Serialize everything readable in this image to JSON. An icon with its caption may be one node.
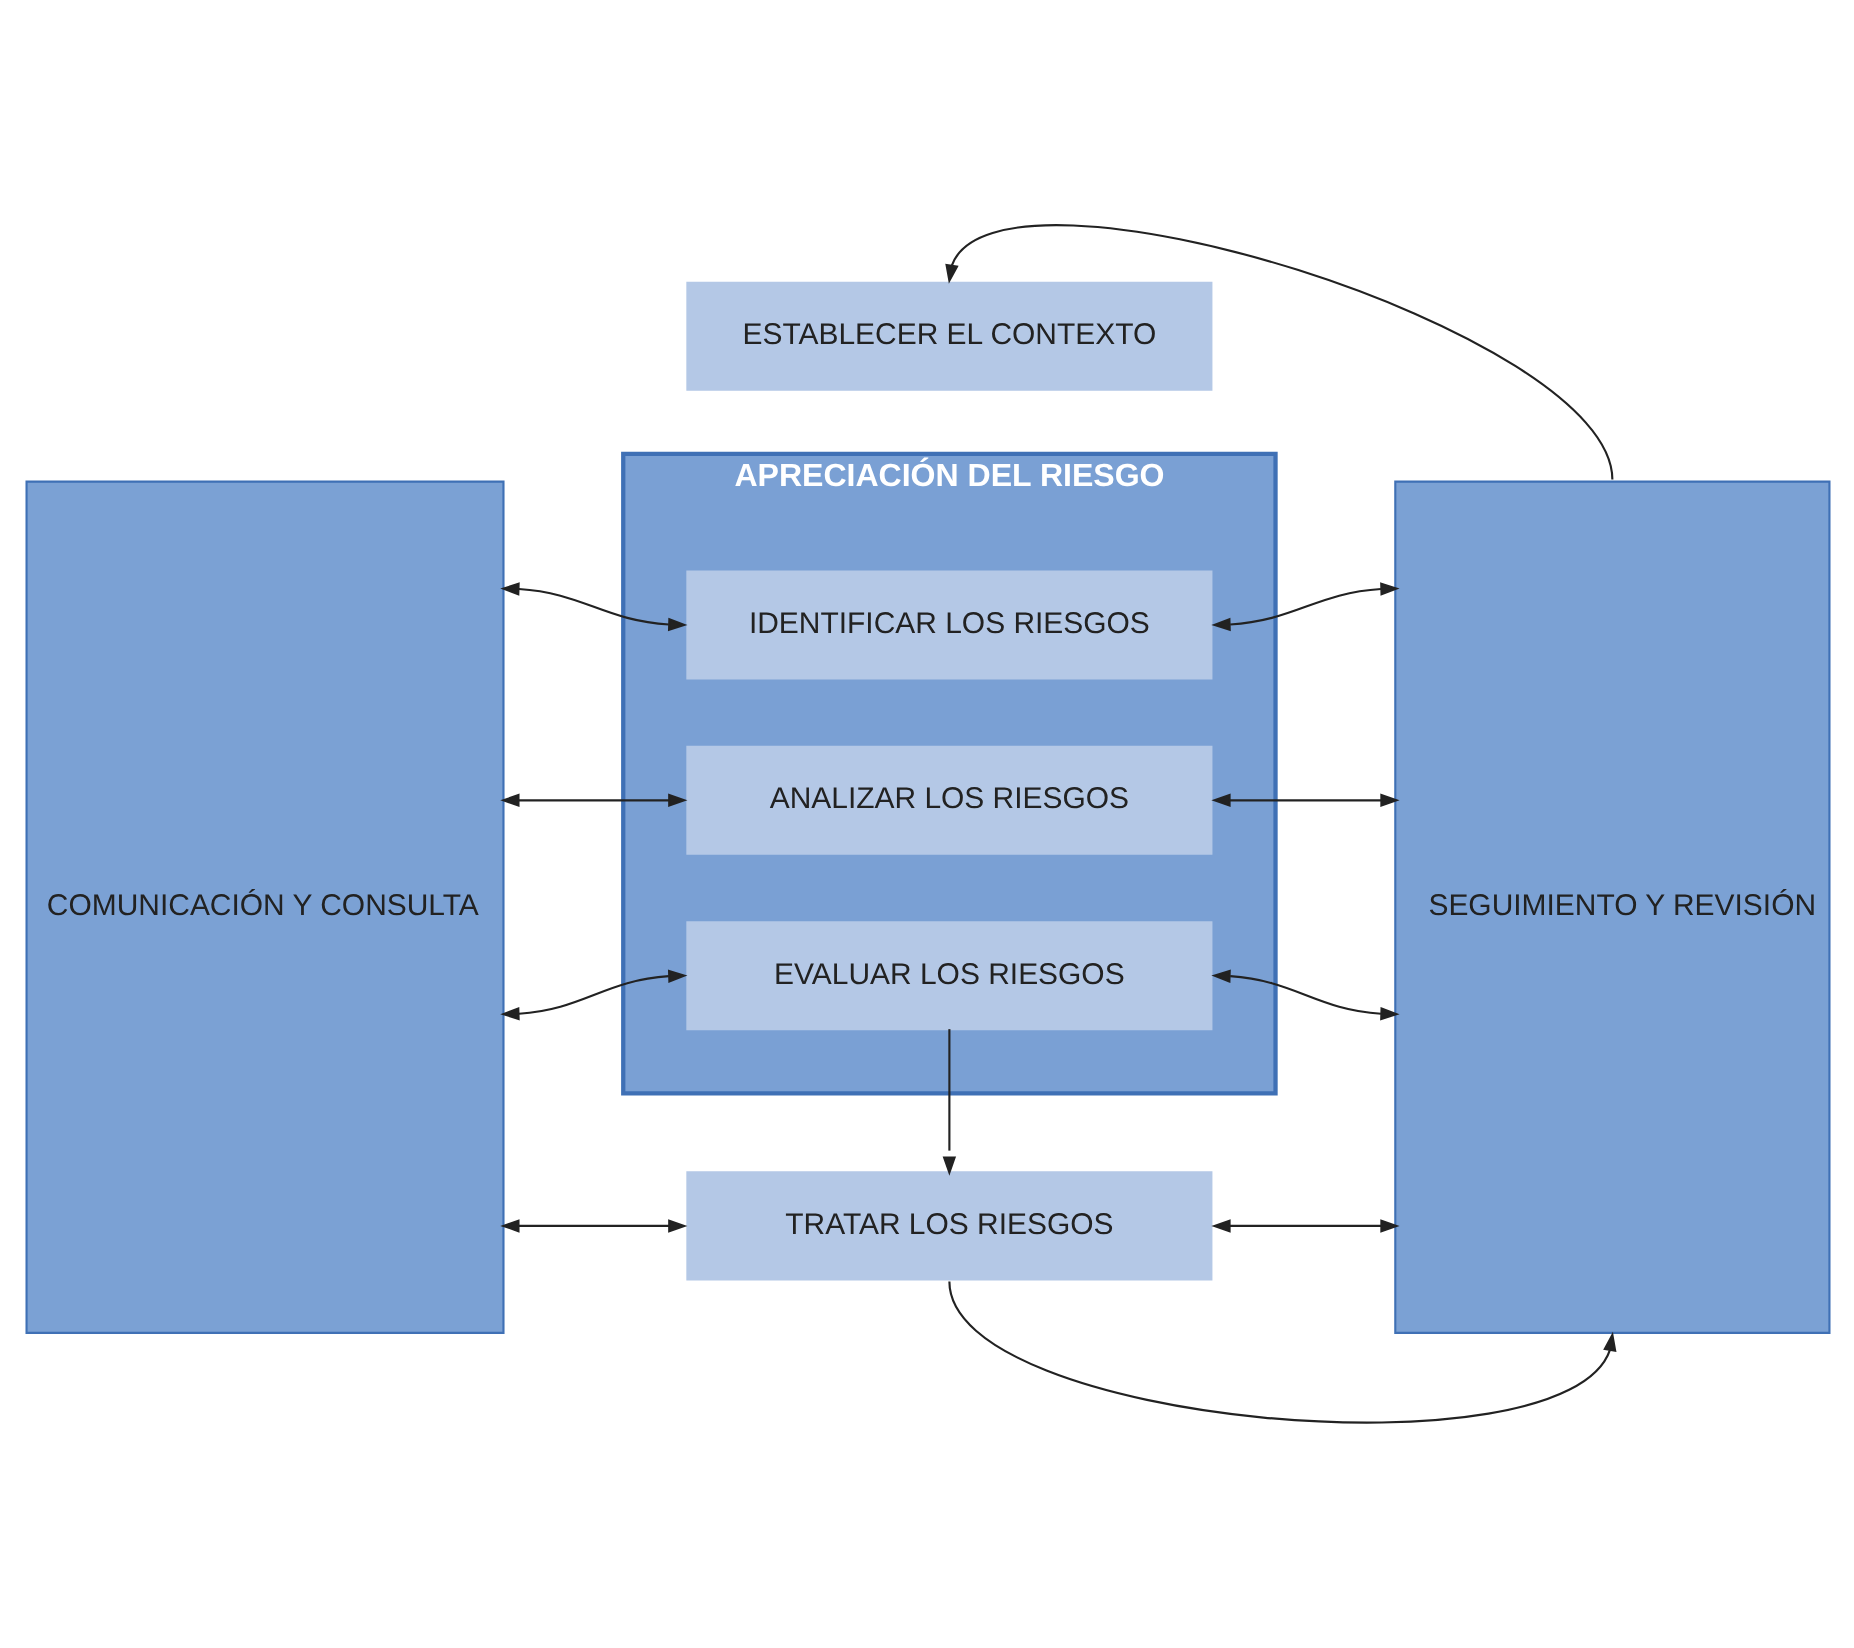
{
  "diagram": {
    "nodes": [
      {
        "text": [
          "ESTABLECER EL CONTEXTO"
        ]
      },
      {
        "text": [
          "COMUNICACIÓN Y CONSULTA"
        ]
      },
      {
        "text": [
          "APRECIACIÓN DEL RIESGO"
        ]
      },
      {
        "text": [
          "IDENTIFICAR LOS RIESGOS"
        ],
        "in": 2
      },
      {
        "text": [
          "ANALIZAR LOS RIESGOS"
        ],
        "in": 2
      },
      {
        "text": [
          "EVALUAR LOS RIESGOS"
        ],
        "in": 2
      },
      {
        "text": [
          "TRATAR LOS RIESGOS"
        ]
      },
      {
        "text": [
          "SEGUIMIENTO Y REVISIÓN"
        ]
      }
    ],
    "edges": [
      {
        "from": 7,
        "to": 0,
        "arrow": "to"
      },
      {
        "from": 1,
        "to": 3,
        "arrow": "both"
      },
      {
        "from": 3,
        "to": 7,
        "arrow": "both"
      },
      {
        "from": 1,
        "to": 4,
        "arrow": "both"
      },
      {
        "from": 4,
        "to": 7,
        "arrow": "both"
      },
      {
        "from": 1,
        "to": 5,
        "arrow": "both"
      },
      {
        "from": 5,
        "to": 7,
        "arrow": "both"
      },
      {
        "from": 5,
        "to": 6,
        "arrow": "to"
      },
      {
        "from": 1,
        "to": 6,
        "arrow": "both"
      },
      {
        "from": 6,
        "to": 7,
        "arrow": "both"
      },
      {
        "from": 6,
        "to": 7,
        "arrow": "to"
      }
    ]
  }
}
